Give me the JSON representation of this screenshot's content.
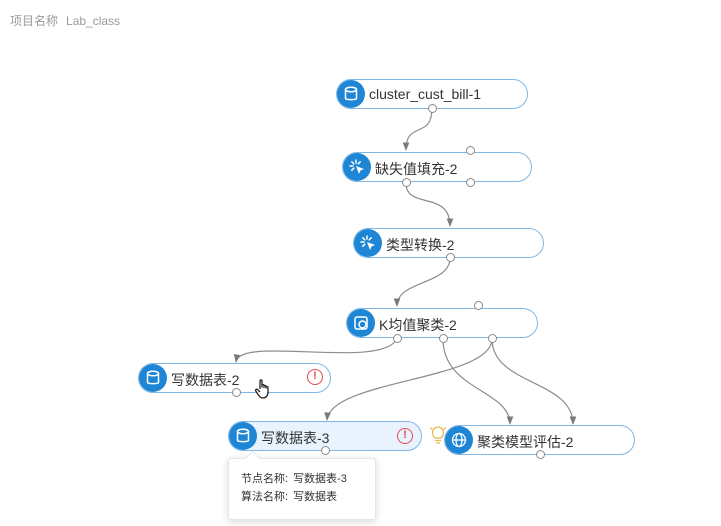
{
  "project": {
    "label": "项目名称",
    "name": "Lab_class"
  },
  "nodes": {
    "source": {
      "label": "cluster_cust_bill-1",
      "icon": "database-icon"
    },
    "fill_missing": {
      "label": "缺失值填充-2",
      "icon": "magic-wand-icon"
    },
    "type_convert": {
      "label": "类型转换-2",
      "icon": "magic-wand-icon"
    },
    "kmeans": {
      "label": "K均值聚类-2",
      "icon": "cluster-icon"
    },
    "write_table_2": {
      "label": "写数据表-2",
      "icon": "database-icon",
      "warning": "!"
    },
    "write_table_3": {
      "label": "写数据表-3",
      "icon": "database-icon",
      "warning": "!",
      "selected": true
    },
    "cluster_eval": {
      "label": "聚类模型评估-2",
      "icon": "globe-icon",
      "hint_icon": "lightbulb-icon"
    }
  },
  "tooltip": {
    "node_name_label": "节点名称:",
    "node_name_value": "写数据表-3",
    "algorithm_label": "算法名称:",
    "algorithm_value": "写数据表"
  },
  "colors": {
    "accent": "#1f86d6",
    "node_border": "#7fb7e6",
    "selected_bg": "#e8f3fd",
    "warning": "#e5474c",
    "edge": "#8c8c8c"
  }
}
